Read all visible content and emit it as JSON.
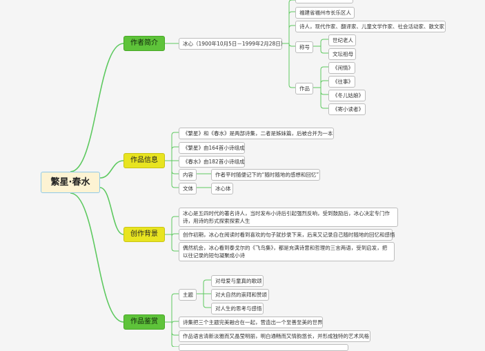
{
  "root": "繁星·春水",
  "branches": {
    "author": {
      "label": "作者简介",
      "name": "冰心（1900年10月5日－1999年2月28日）",
      "items": {
        "native": "福建省福州市长乐区人",
        "roles": "诗人，现代作家、翻译家、儿童文学作家、社会活动家、散文家",
        "titles_label": "称号",
        "titles": [
          "世纪老人",
          "文坛祖母"
        ],
        "works_label": "作品",
        "works": [
          "《闲情》",
          "《往事》",
          "《冬儿姑娘》",
          "《寄小读者》"
        ]
      }
    },
    "work": {
      "label": "作品信息",
      "items": [
        "《繁星》和《春水》是两部诗集，二者是姊妹篇，后被合并为一本",
        "《繁星》由164首小诗组成",
        "《春水》由182首小诗组成"
      ],
      "content_label": "内容",
      "content_value": "作者平时随便记下的“随时随地的感想和回忆”",
      "style_label": "文体",
      "style_value": "冰心体"
    },
    "background": {
      "label": "创作背景",
      "items": [
        "冰心是五四时代的著名诗人，当时发布小诗后引起强烈反响，受到鼓励后，冰心决定专门作诗，用诗的形式探索探索人生",
        "创作初期，冰心在阅读时看到喜欢的句子就抄录下来，后来又记录自己随时随地的回忆和感悟",
        "偶然机会，冰心看到泰戈尔的《飞鸟集》，都是充满诗意和哲理的三言两语，受到启发，把以往记录的短句凝聚成小诗"
      ]
    },
    "appreciation": {
      "label": "作品鉴赏",
      "theme_label": "主题",
      "themes": [
        "对母爱与童真的歌颂",
        "对大自然的崇拜和赞颂",
        "对人生的思考与感悟"
      ],
      "items": [
        "诗集把三个主题完美融合在一起，营造出一个至善至美的世界",
        "作品语言清新淡雅而又晶莹明丽，明白通畅而又情韵悠长，并形成独特的艺术风格"
      ]
    }
  },
  "colors": {
    "line": "#5dc95f",
    "green": "#5ec33a",
    "yellow": "#e8e420",
    "root_bg": "#fdf3d3",
    "root_border": "#8fc9e8"
  }
}
